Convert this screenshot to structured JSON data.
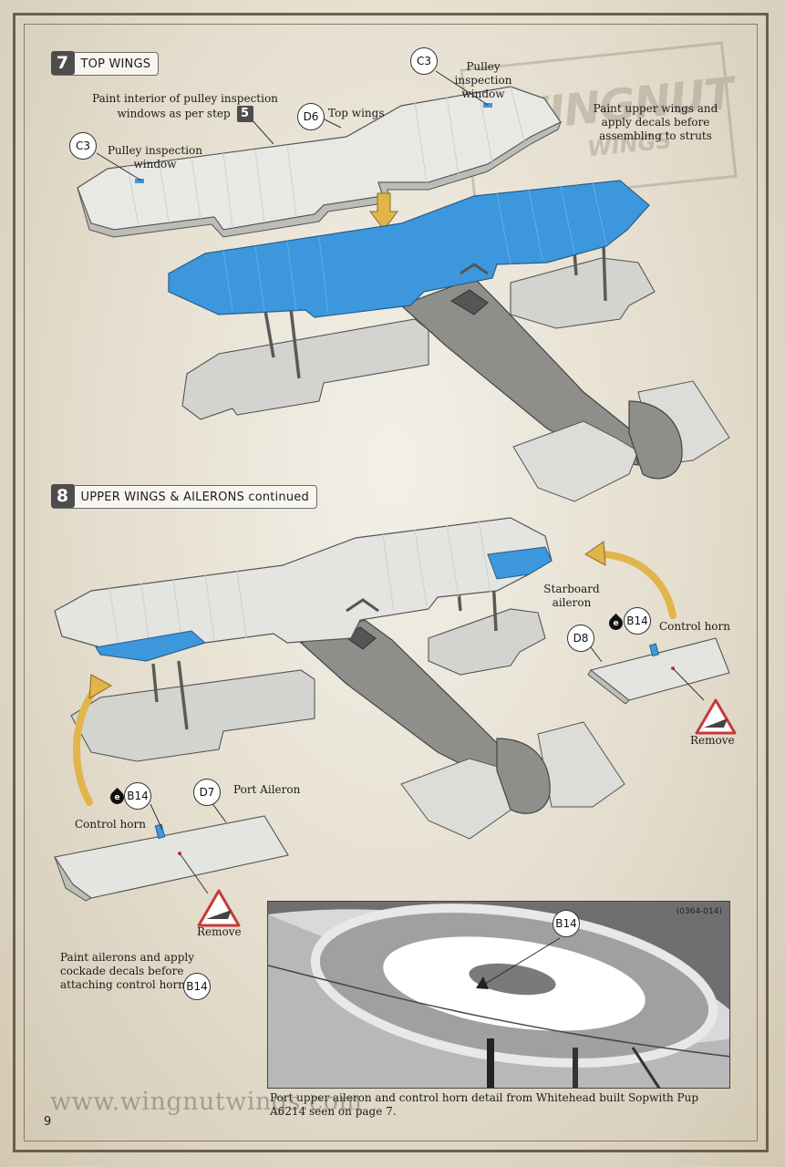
{
  "step7": {
    "number": "7",
    "title": "TOP WINGS",
    "callout_c3_right": "C3",
    "note_pulley_right": "Pulley inspection window",
    "callout_c3_left": "C3",
    "note_pulley_left": "Pulley inspection window",
    "note_paint_interior": "Paint interior of pulley inspection windows as per step",
    "note_paint_interior_step": "5",
    "callout_d6": "D6",
    "label_top_wings": "Top wings",
    "note_apply_decals": "Paint upper wings and apply decals  before assembling to struts"
  },
  "step8": {
    "number": "8",
    "title": "UPPER WINGS & AILERONS continued",
    "label_starboard": "Starboard aileron",
    "callout_d8": "D8",
    "callout_b14_right": "B14",
    "label_control_horn_right": "Control horn",
    "label_remove_right": "Remove",
    "callout_b14_left": "B14",
    "label_control_horn_left": "Control horn",
    "callout_d7": "D7",
    "label_port_aileron": "Port Aileron",
    "label_remove_left": "Remove",
    "note_paint_ailerons": "Paint ailerons and apply cockade decals before attaching control horns",
    "callout_b14_note": "B14",
    "drop_letter": "e"
  },
  "photo": {
    "code": "(0364-014)",
    "callout_b14": "B14",
    "caption": "Port upper aileron and control horn detail from Whitehead built Sopwith Pup A6214 seen on page 7."
  },
  "watermark": {
    "line1": "WINGNUT",
    "line2": "WINGS"
  },
  "footer": {
    "website": "www.wingnutwings.com",
    "page_number": "9"
  },
  "colors": {
    "decal_blue": "#3d97dc",
    "wing_grey": "#d8d8d4",
    "fuselage_grey": "#8e8e8a",
    "arrow_yellow": "#e2b54a",
    "warning_red": "#c8383a"
  }
}
